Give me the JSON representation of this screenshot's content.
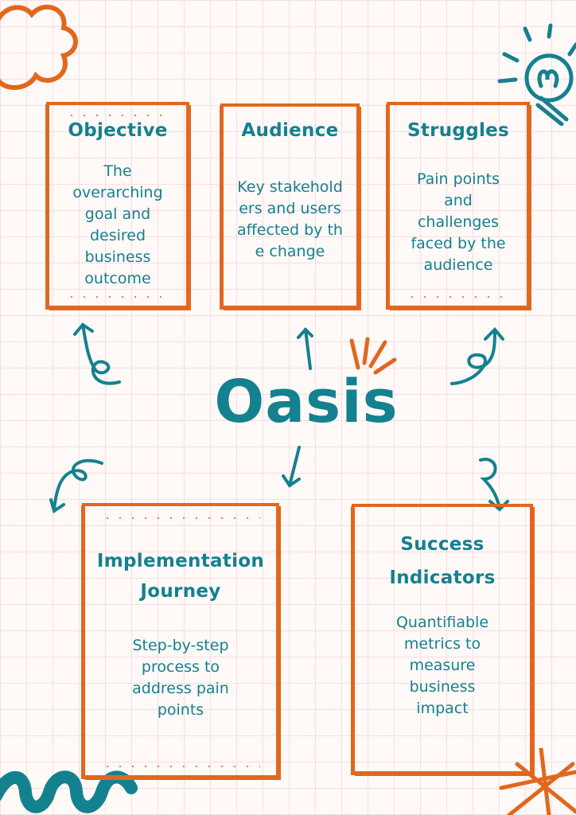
{
  "title": "Oasis",
  "cards": {
    "objective": {
      "title": "Objective",
      "body": "The overarching goal and desired business outcome"
    },
    "audience": {
      "title": "Audience",
      "body": "Key stakeholders and users affected by the change"
    },
    "struggles": {
      "title": "Struggles",
      "body": "Pain points and challenges faced by the audience"
    },
    "implementation": {
      "title": "Implementation Journey",
      "body": "Step-by-step process to address pain points"
    },
    "success": {
      "title": "Success Indicators",
      "body": "Quantifiable metrics to measure business impact"
    }
  },
  "colors": {
    "accent": "#e2671e",
    "teal": "#14818f",
    "grid": "#f7dede",
    "background": "#fff9f8"
  },
  "icons": [
    "cloud-doodle-icon",
    "lightbulb-icon",
    "burst-icon",
    "wavy-line-icon",
    "sparkle-icon",
    "arrow-icon"
  ]
}
